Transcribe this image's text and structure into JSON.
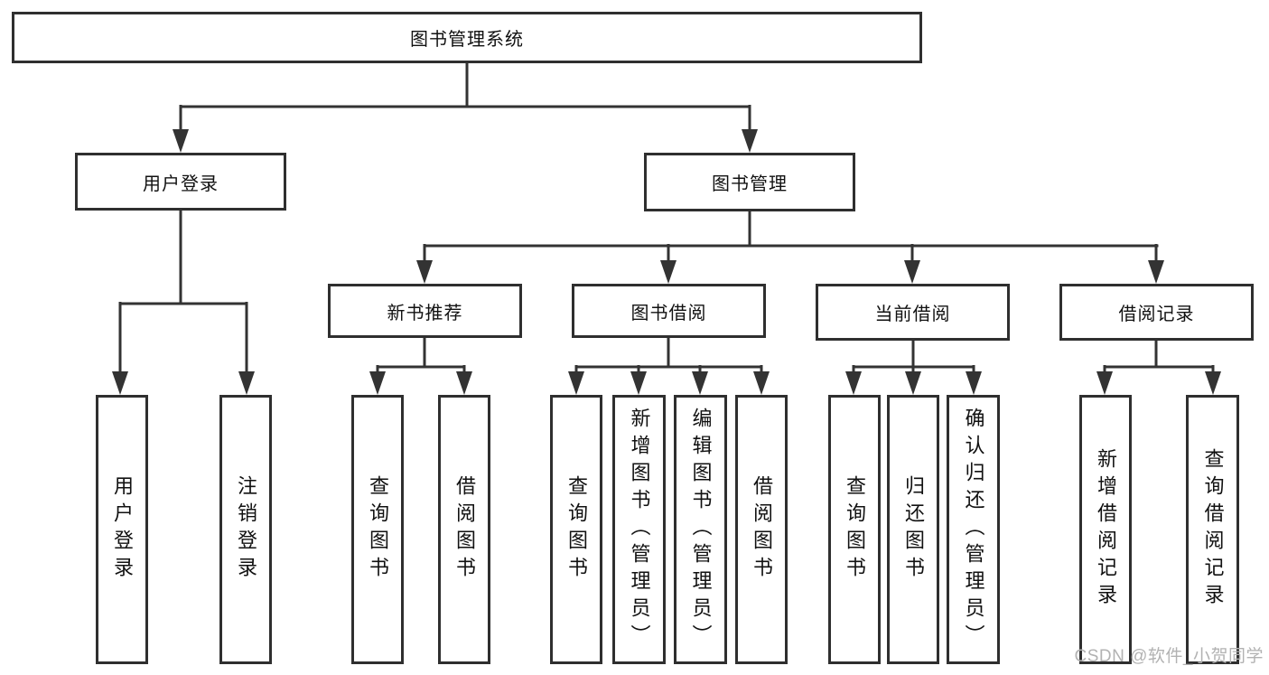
{
  "diagram": {
    "root": "图书管理系统",
    "user_login": {
      "label": "用户登录",
      "children": [
        "用户登录",
        "注销登录"
      ]
    },
    "book_management": {
      "label": "图书管理",
      "sections": [
        {
          "label": "新书推荐",
          "children": [
            "查询图书",
            "借阅图书"
          ]
        },
        {
          "label": "图书借阅",
          "children": [
            "查询图书",
            "新增图书（管理员）",
            "编辑图书（管理员）",
            "借阅图书"
          ]
        },
        {
          "label": "当前借阅",
          "children": [
            "查询图书",
            "归还图书",
            "确认归还（管理员）"
          ]
        },
        {
          "label": "借阅记录",
          "children": [
            "新增借阅记录",
            "查询借阅记录"
          ]
        }
      ]
    }
  },
  "watermark": "CSDN @软件_小贺同学",
  "colors": {
    "line": "#333333",
    "box_border": "#2f2f2f",
    "text": "#111111",
    "watermark": "#b2b2b2",
    "background": "#ffffff"
  }
}
